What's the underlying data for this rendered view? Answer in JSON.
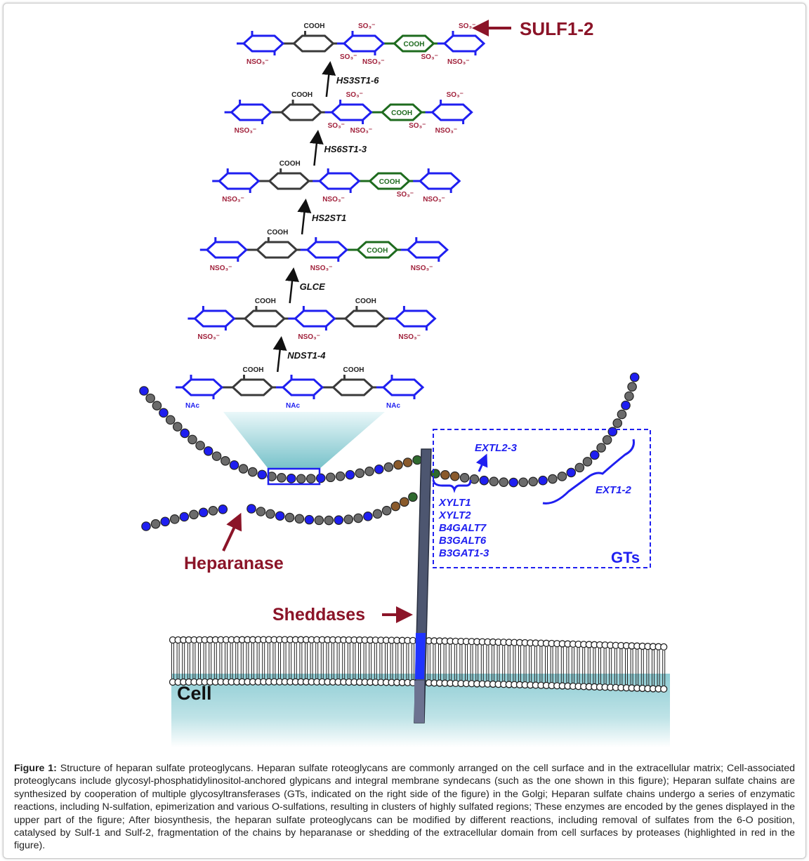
{
  "figure": {
    "synthesis_rows": [
      {
        "enzyme": "",
        "sugars": [
          {
            "color": "blue",
            "below": "NSO₃⁻"
          },
          {
            "color": "black",
            "above": "COOH"
          },
          {
            "color": "blue",
            "above": "SO₃⁻",
            "below_left": "SO₃⁻",
            "below": "NSO₃⁻"
          },
          {
            "color": "green",
            "inner": "COOH",
            "below_right": "SO₃⁻"
          },
          {
            "color": "blue",
            "above": "SO₃⁻",
            "below": "NSO₃⁻"
          }
        ]
      },
      {
        "enzyme": "HS3ST1-6",
        "sugars": [
          {
            "color": "blue",
            "below": "NSO₃⁻"
          },
          {
            "color": "black",
            "above": "COOH"
          },
          {
            "color": "blue",
            "above": "SO₃⁻",
            "below_left": "SO₃⁻",
            "below": "NSO₃⁻"
          },
          {
            "color": "green",
            "inner": "COOH",
            "below_right": "SO₃⁻"
          },
          {
            "color": "blue",
            "above": "SO₃⁻",
            "below": "NSO₃⁻"
          }
        ]
      },
      {
        "enzyme": "HS6ST1-3",
        "sugars": [
          {
            "color": "blue",
            "below": "NSO₃⁻"
          },
          {
            "color": "black",
            "above": "COOH"
          },
          {
            "color": "blue",
            "below": "NSO₃⁻"
          },
          {
            "color": "green",
            "inner": "COOH",
            "below_right": "SO₃⁻"
          },
          {
            "color": "blue",
            "below": "NSO₃⁻"
          }
        ]
      },
      {
        "enzyme": "HS2ST1",
        "sugars": [
          {
            "color": "blue",
            "below": "NSO₃⁻"
          },
          {
            "color": "black",
            "above": "COOH"
          },
          {
            "color": "blue",
            "below": "NSO₃⁻"
          },
          {
            "color": "green",
            "inner": "COOH"
          },
          {
            "color": "blue",
            "below": "NSO₃⁻"
          }
        ]
      },
      {
        "enzyme": "GLCE",
        "sugars": [
          {
            "color": "blue",
            "below": "NSO₃⁻"
          },
          {
            "color": "black",
            "above": "COOH"
          },
          {
            "color": "blue",
            "below": "NSO₃⁻"
          },
          {
            "color": "black",
            "above": "COOH"
          },
          {
            "color": "blue",
            "below": "NSO₃⁻"
          }
        ]
      },
      {
        "enzyme": "NDST1-4",
        "sugars": [
          {
            "color": "blue",
            "below": "NAc"
          },
          {
            "color": "black",
            "above": "COOH"
          },
          {
            "color": "blue",
            "below": "NAc"
          },
          {
            "color": "black",
            "above": "COOH"
          },
          {
            "color": "blue",
            "below": "NAc"
          }
        ]
      }
    ],
    "labels": {
      "sulf": "SULF1-2",
      "heparanase": "Heparanase",
      "sheddases": "Sheddases",
      "cell": "Cell",
      "gts": "GTs",
      "extl": "EXTL2-3",
      "ext": "EXT1-2",
      "linker_genes": [
        "XYLT1",
        "XYLT2",
        "B4GALT7",
        "B3GALT6",
        "B3GAT1-3"
      ]
    },
    "colors": {
      "blue": "#1f1ff0",
      "black": "#3a3a3a",
      "green": "#1e6b1e",
      "red": "#8b1428",
      "sulfate": "#a0203a"
    }
  },
  "caption": {
    "label": "Figure 1:",
    "text": " Structure of heparan sulfate proteoglycans. Heparan sulfate roteoglycans are commonly arranged on the cell surface and in the extracellular matrix; Cell-associated proteoglycans include glycosyl-phosphatidylinositol-anchored glypicans and integral membrane syndecans (such as the one shown in this figure); Heparan sulfate chains are synthesized by cooperation of multiple glycosyltransferases (GTs, indicated on the right side of the figure) in the Golgi; Heparan sulfate chains undergo a series of enzymatic reactions, including N-sulfation, epimerization and various O-sulfations, resulting in clusters of highly sulfated regions; These enzymes are encoded by the genes displayed in the upper part of the figure; After biosynthesis, the heparan sulfate proteoglycans can be modified by different reactions, including removal of sulfates from the 6-O position, catalysed by Sulf-1 and Sulf-2, fragmentation of the chains by heparanase or shedding of the extracellular domain from cell surfaces by proteases (highlighted in red in the figure)."
  }
}
